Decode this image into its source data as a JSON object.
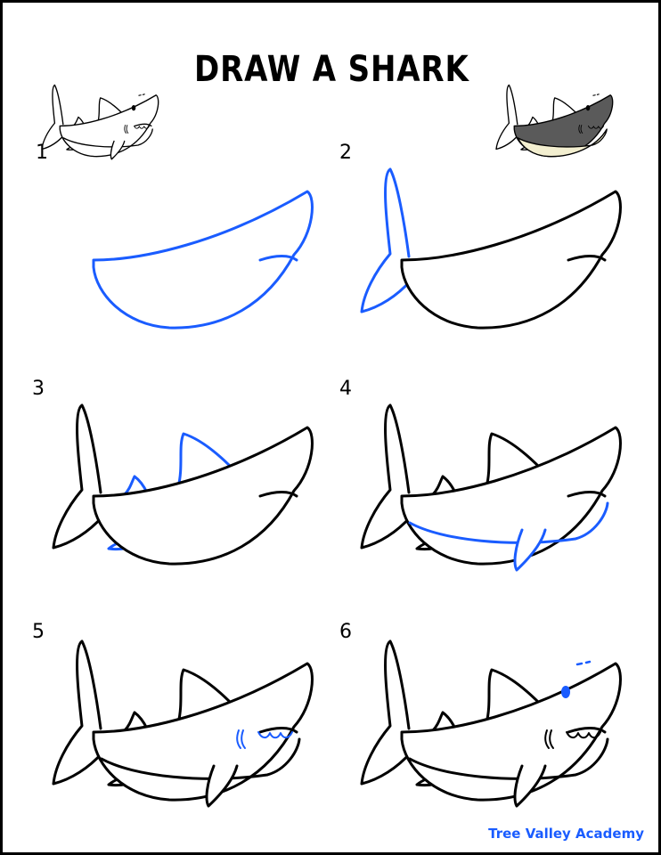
{
  "title": "Draw a Shark",
  "steps": [
    "1",
    "2",
    "3",
    "4",
    "5",
    "6"
  ],
  "footer": "Tree Valley Academy",
  "colors": {
    "new_stroke": "#1a5cff",
    "stroke": "#000000",
    "shark_gray": "#5a5a5a",
    "belly": "#f3efd0"
  }
}
